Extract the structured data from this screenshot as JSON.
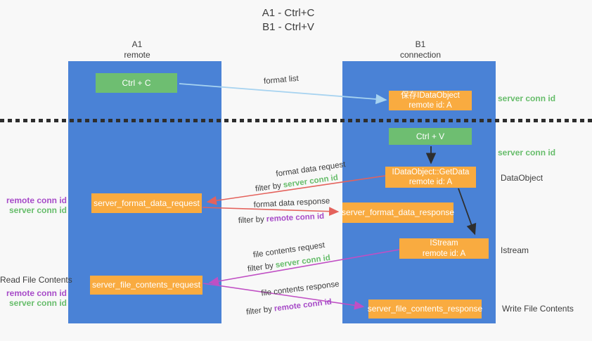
{
  "title": {
    "line1": "A1 - Ctrl+C",
    "line2": "B1 - Ctrl+V"
  },
  "columns": {
    "left": {
      "name": "A1",
      "role": "remote"
    },
    "right": {
      "name": "B1",
      "role": "connection"
    }
  },
  "nodes": {
    "ctrl_c": {
      "label": "Ctrl + C"
    },
    "ctrl_v": {
      "label": "Ctrl + V"
    },
    "save_dataobject": {
      "line1": "保存IDataObject",
      "line2": "remote id: A"
    },
    "getdata": {
      "line1": "IDataObject::GetData",
      "line2": "remote id: A"
    },
    "istream": {
      "line1": "IStream",
      "line2": "remote id: A"
    },
    "format_request": {
      "label": "server_format_data_request"
    },
    "format_response": {
      "label": "server_format_data_response"
    },
    "file_request": {
      "label": "server_file_contents_request"
    },
    "file_response": {
      "label": "server_file_contents_response"
    }
  },
  "side_labels": {
    "server_conn_top": "server conn id",
    "server_conn_mid": "server conn id",
    "dataobject": "DataObject",
    "istream": "Istream",
    "write_file_contents": "Write File Contents",
    "read_file_contents": "Read File Contents",
    "left_top_remote": "remote conn id",
    "left_top_server": "server conn id",
    "left_bottom_remote": "remote conn id",
    "left_bottom_server": "server conn id"
  },
  "arrow_labels": {
    "format_list": "format list",
    "format_data_request": "format data request",
    "filter_by_1": "filter by",
    "filter_server_1": "server conn id",
    "format_data_response": "format data response",
    "filter_by_2": "filter by",
    "filter_remote_1": "remote conn id",
    "file_contents_request": "file contents request",
    "filter_by_3": "filter by",
    "filter_server_2": "server conn id",
    "file_contents_response": "file contents response",
    "filter_by_4": "filter by",
    "filter_remote_2": "remote conn id"
  },
  "colors": {
    "column_blue": "#4a82d6",
    "box_green": "#6ebe71",
    "box_orange": "#f9ab40",
    "arrow_light_blue": "#a7d3f0",
    "arrow_red": "#e4625c",
    "arrow_magenta": "#c04fc4",
    "arrow_black": "#2e2e2e",
    "conn_green": "#67bd6b",
    "conn_purple": "#a74bc8",
    "background": "#f8f8f8"
  }
}
